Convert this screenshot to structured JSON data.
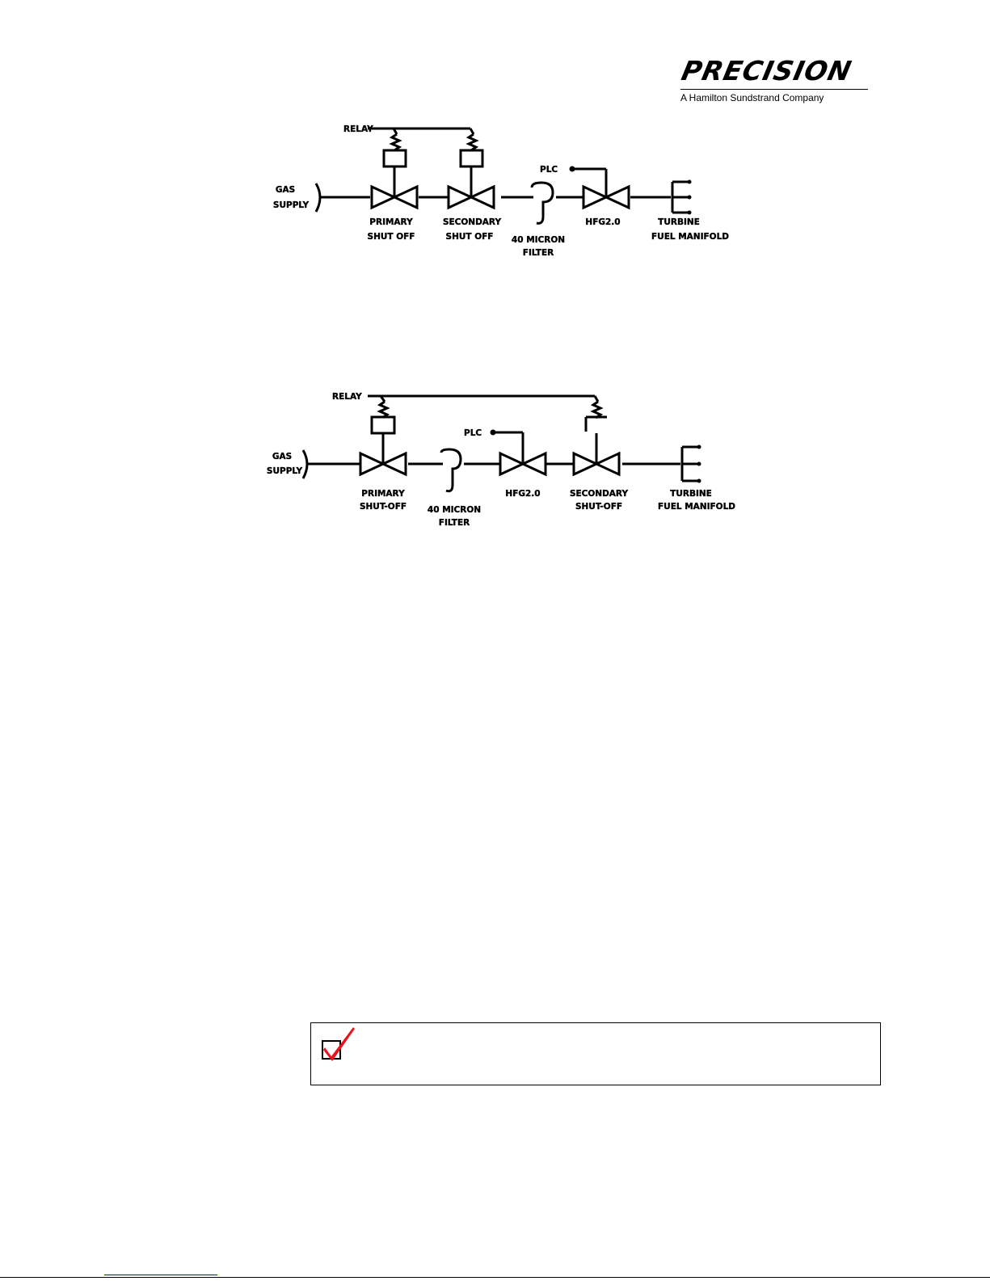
{
  "header": {
    "logo_text": "PRECISION",
    "logo_tagline": "A Hamilton Sundstrand Company"
  },
  "diagram1": {
    "relay": "RELAY",
    "gas_supply": [
      "GAS",
      "SUPPLY"
    ],
    "primary": [
      "PRIMARY",
      "SHUT OFF"
    ],
    "secondary": [
      "SECONDARY",
      "SHUT OFF"
    ],
    "plc": "PLC",
    "filter": [
      "40 MICRON",
      "FILTER"
    ],
    "valve": "HFG2.0",
    "turbine": [
      "TURBINE",
      "FUEL MANIFOLD"
    ]
  },
  "diagram2": {
    "relay": "RELAY",
    "gas_supply": [
      "GAS",
      "SUPPLY"
    ],
    "primary": [
      "PRIMARY",
      "SHUT-OFF"
    ],
    "filter": [
      "40 MICRON",
      "FILTER"
    ],
    "plc": "PLC",
    "valve": "HFG2.0",
    "secondary": [
      "SECONDARY",
      "SHUT-OFF"
    ],
    "turbine": [
      "TURBINE",
      "FUEL MANIFOLD"
    ]
  },
  "note": {
    "icon": "checkmark-icon",
    "text": "",
    "check_color": "#e8141c"
  }
}
